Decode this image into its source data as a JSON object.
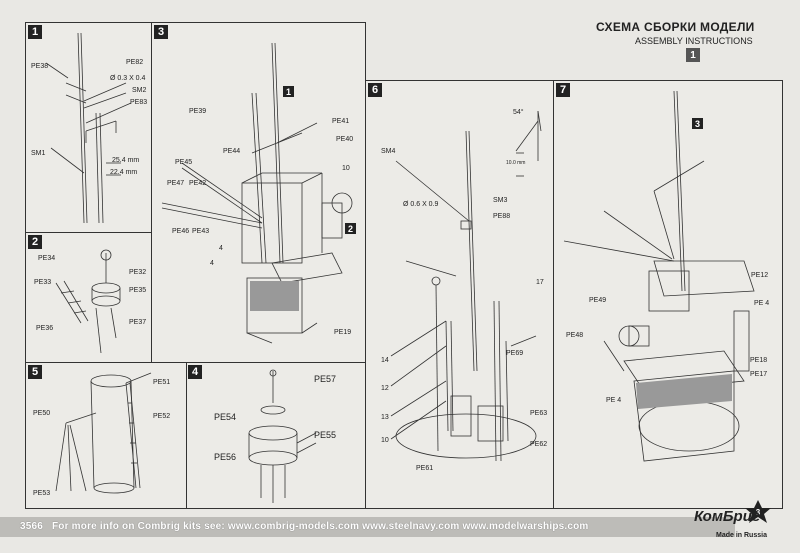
{
  "header": {
    "title": "СХЕМА СБОРКИ МОДЕЛИ",
    "subtitle": "ASSEMBLY INSTRUCTIONS",
    "sheet": "1"
  },
  "steps": [
    {
      "num": "1",
      "labels": [
        "PE38",
        "PE82",
        "Ø 0.3 X 0.4",
        "SM2",
        "PE83",
        "SM1",
        "25.4 mm",
        "22.4 mm"
      ]
    },
    {
      "num": "2",
      "labels": [
        "PE34",
        "PE32",
        "PE33",
        "PE35",
        "PE36",
        "PE37"
      ]
    },
    {
      "num": "3",
      "badge": "1",
      "badge2": "2",
      "labels": [
        "PE39",
        "PE41",
        "PE40",
        "PE44",
        "PE45",
        "10",
        "PE47",
        "PE42",
        "PE46",
        "PE43",
        "4",
        "4",
        "PE19"
      ]
    },
    {
      "num": "4",
      "labels": [
        "PE57",
        "PE54",
        "PE55",
        "PE56"
      ]
    },
    {
      "num": "5",
      "labels": [
        "PE51",
        "PE50",
        "PE52",
        "PE53"
      ]
    },
    {
      "num": "6",
      "labels": [
        "54°",
        "10.0 mm",
        "SM4",
        "Ø 0.6 X 0.9",
        "SM3",
        "PE88",
        "17",
        "14",
        "12",
        "13",
        "10",
        "PE69",
        "PE63",
        "PE62",
        "PE61"
      ]
    },
    {
      "num": "7",
      "badge": "3",
      "labels": [
        "PE12",
        "PE49",
        "PE 4",
        "PE48",
        "PE18",
        "PE17",
        "PE 4"
      ]
    }
  ],
  "footer": {
    "kit_number": "3566",
    "text": "For more info on Combrig kits see:  www.combrig-models.com  www.steelnavy.com  www.modelwarships.com"
  },
  "logo": {
    "name": "КомБриг",
    "star_number": "3",
    "subtitle": "Made in Russia"
  }
}
